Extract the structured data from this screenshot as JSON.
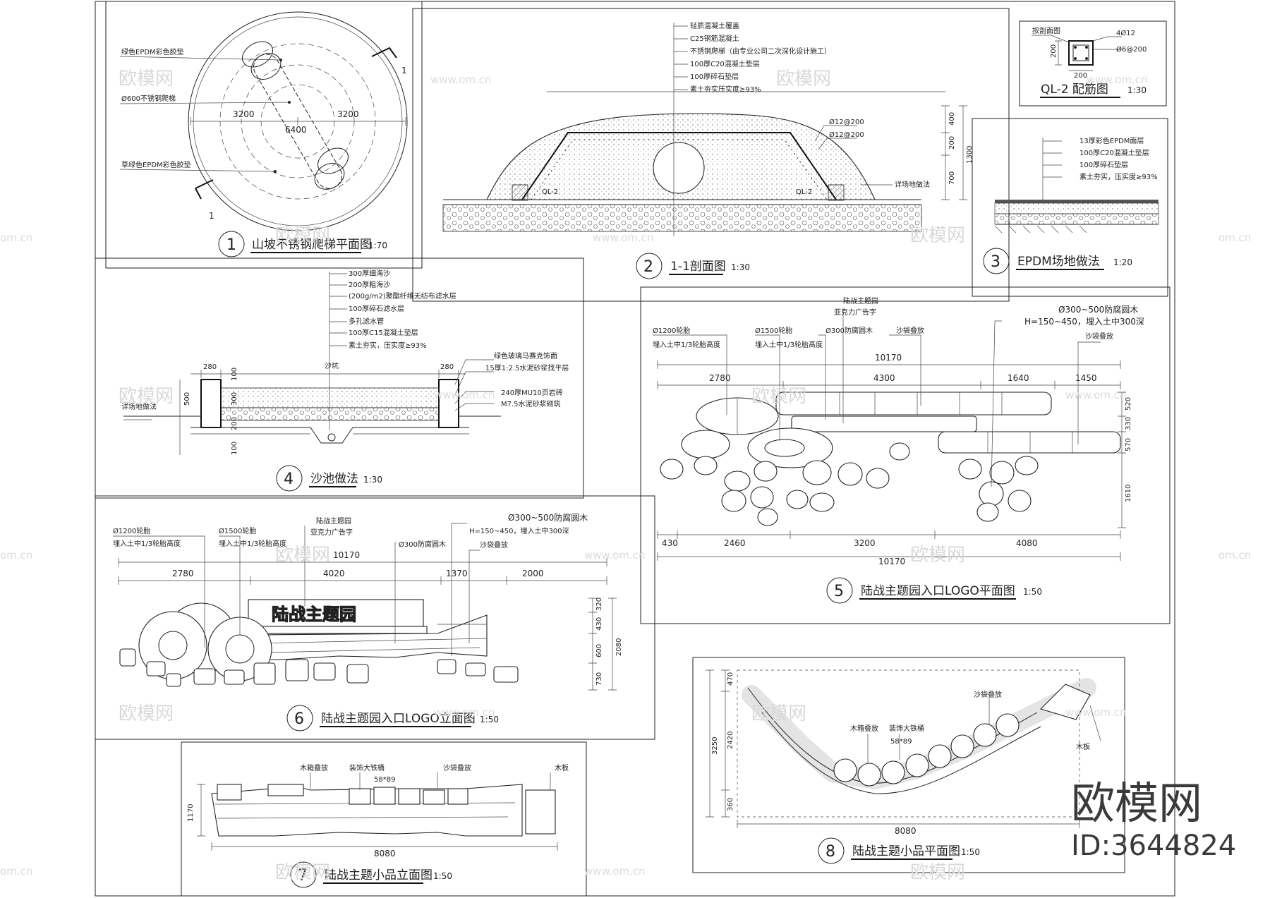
{
  "watermark": {
    "cn": "欧模网",
    "url": "www.om.cn",
    "url_short": "om.cn",
    "brand": "欧模网",
    "id": "ID:3644824"
  },
  "panels": [
    {
      "no": "1",
      "title": "山坡不锈钢爬梯平面图",
      "scale": "1:70"
    },
    {
      "no": "2",
      "title": "1-1剖面图",
      "scale": "1:30"
    },
    {
      "no": "3",
      "title": "EPDM场地做法",
      "scale": "1:20"
    },
    {
      "no": "4",
      "title": "沙池做法",
      "scale": "1:30"
    },
    {
      "no": "5",
      "title": "陆战主题园入口LOGO平面图",
      "scale": "1:50"
    },
    {
      "no": "6",
      "title": "陆战主题园入口LOGO立面图",
      "scale": "1:50"
    },
    {
      "no": "7",
      "title": "陆战主题小品立面图",
      "scale": "1:50"
    },
    {
      "no": "8",
      "title": "陆战主题小品平面图",
      "scale": "1:50"
    }
  ],
  "p1": {
    "notes": [
      "绿色EPDM彩色胶垫",
      "Ø600不锈钢爬梯",
      "草绿色EPDM彩色胶垫"
    ],
    "dims": [
      "3200",
      "3200",
      "6400"
    ],
    "section_mark": "1"
  },
  "p2": {
    "notes": [
      "轻质混凝土覆盖",
      "C25钢筋混凝土",
      "不锈钢爬梯（由专业公司二次深化设计施工）",
      "100厚C20混凝土垫层",
      "100厚碎石垫层",
      "素土夯实压实度≥93%"
    ],
    "rebar": [
      "Ø12@200",
      "Ø12@200"
    ],
    "ql": "QL-2",
    "edge_note": "详场地做法",
    "dims": [
      "400",
      "200",
      "700",
      "1300"
    ]
  },
  "p3": {
    "notes": [
      "13厚彩色EPDM面层",
      "100厚C20混凝土垫层",
      "100厚碎石垫层",
      "素土夯实，压实度≥93%"
    ]
  },
  "ql2": {
    "title": "QL-2 配筋图",
    "scale": "1:30",
    "rebar_main": "4Ø12",
    "rebar_tie": "Ø6@200",
    "dim_w": "200",
    "dim_h": "200",
    "note": "按剖面图"
  },
  "p4": {
    "notes": [
      "300厚细海沙",
      "200厚粗海沙",
      "(200g/m2)聚酯纤维无纺布滤水层",
      "100厚碎石滤水层",
      "多孔滤水管",
      "100厚C15混凝土垫层",
      "素土夯实，压实度≥93%"
    ],
    "right_notes": [
      "绿色玻璃马赛克饰面",
      "15厚1:2.5水泥砂浆找平层",
      "240厚MU10页岩砖",
      "M7.5水泥砂浆砌筑"
    ],
    "left_note": "详场地做法",
    "center_note": "沙坑",
    "dims": [
      "280",
      "280",
      "500",
      "300",
      "100",
      "200",
      "100"
    ]
  },
  "p5": {
    "top_labels": [
      "陆战主题园",
      "亚克力广告字"
    ],
    "right_labels": [
      "Ø300~500防腐圆木",
      "H=150~450，埋入土中300深"
    ],
    "labels": [
      "Ø1200轮胎",
      "埋入土中1/3轮胎高度",
      "Ø1500轮胎",
      "埋入土中1/3轮胎高度",
      "Ø300防腐圆木",
      "沙袋叠放",
      "沙袋叠放"
    ],
    "dims_top": [
      "10170",
      "2780",
      "4300",
      "1640",
      "1450"
    ],
    "dims_bottom": [
      "430",
      "2460",
      "3200",
      "4080",
      "10170"
    ],
    "dims_right": [
      "520",
      "330",
      "570",
      "1610"
    ]
  },
  "p6": {
    "labels": [
      "Ø1200轮胎",
      "埋入土中1/3轮胎高度",
      "Ø1500轮胎",
      "埋入土中1/3轮胎高度",
      "陆战主题园",
      "亚克力广告字",
      "Ø300防腐圆木",
      "Ø300~500防腐圆木",
      "H=150~450，埋入土中300深",
      "沙袋叠放"
    ],
    "sign_text": "陆战主题园",
    "dims_top": [
      "10170",
      "2780",
      "4020",
      "1370",
      "2000"
    ],
    "dims_right": [
      "320",
      "430",
      "600",
      "730",
      "2080"
    ]
  },
  "p7": {
    "labels": [
      "木箱叠放",
      "装饰大铁桶",
      "58*89",
      "沙袋叠放",
      "木板"
    ],
    "dims": [
      "8080",
      "1170"
    ]
  },
  "p8": {
    "labels": [
      "沙袋叠放",
      "木箱叠放",
      "装饰大铁桶",
      "58*89",
      "木板"
    ],
    "dims": [
      "8080",
      "470",
      "2420",
      "360",
      "3250"
    ]
  }
}
